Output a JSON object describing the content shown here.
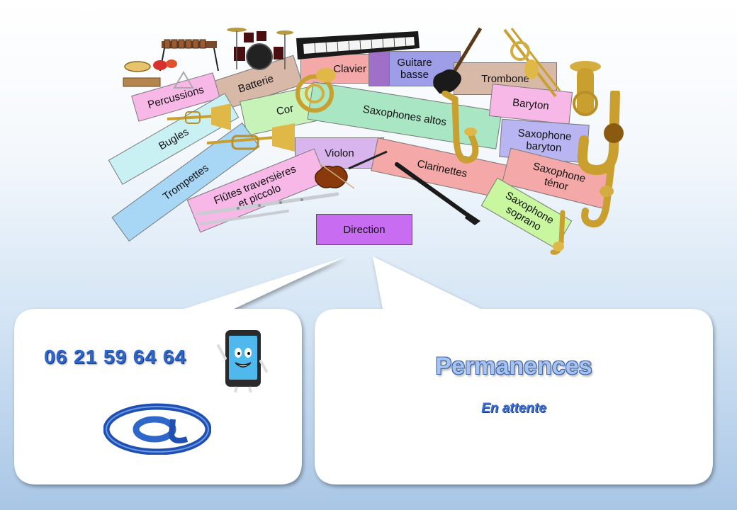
{
  "orchestra": {
    "sections": [
      {
        "id": "percussions",
        "label": "Percussions",
        "color": "#f7b8e8"
      },
      {
        "id": "batterie",
        "label": "Batterie",
        "color": "#d8b9a8"
      },
      {
        "id": "clavier",
        "label": "Clavier",
        "color": "#f5a8a8"
      },
      {
        "id": "guitare-basse",
        "label": "Guitare\nbasse",
        "color": "#9d9de8"
      },
      {
        "id": "trombone",
        "label": "Trombone",
        "color": "#d8b9a8"
      },
      {
        "id": "baryton",
        "label": "Baryton",
        "color": "#f7b8e8"
      },
      {
        "id": "bugles",
        "label": "Bugles",
        "color": "#c9f1f4"
      },
      {
        "id": "cor",
        "label": "Cor",
        "color": "#c8f3b8"
      },
      {
        "id": "saxophones-altos",
        "label": "Saxophones altos",
        "color": "#a9e6c4"
      },
      {
        "id": "saxophone-baryton",
        "label": "Saxophone\nbaryton",
        "color": "#b8b5f2"
      },
      {
        "id": "trompettes",
        "label": "Trompettes",
        "color": "#a7d7f5"
      },
      {
        "id": "violon",
        "label": "Violon",
        "color": "#d9b5ee"
      },
      {
        "id": "clarinettes",
        "label": "Clarinettes",
        "color": "#f5a8a8"
      },
      {
        "id": "saxophone-tenor",
        "label": "Saxophone\nténor",
        "color": "#f5a8a8"
      },
      {
        "id": "flutes",
        "label": "Flûtes traversières\net piccolo",
        "color": "#f7b8e8"
      },
      {
        "id": "saxophone-soprano",
        "label": "Saxophone\nsoprano",
        "color": "#c8f7a0"
      }
    ],
    "direction": {
      "label": "Direction",
      "color": "#c86cf2"
    }
  },
  "contact": {
    "phone": "06 21 59 64 64",
    "phone_icon": "smartphone-mascot-icon",
    "email_icon": "at-sign-icon"
  },
  "permanences": {
    "title": "Permanences",
    "status": "En attente"
  },
  "colors": {
    "phone_text": "#2f66c9",
    "permanences_title": "#a7c4f0",
    "status_text": "#3d6fd0",
    "background_bottom": "#a9c6e6"
  }
}
